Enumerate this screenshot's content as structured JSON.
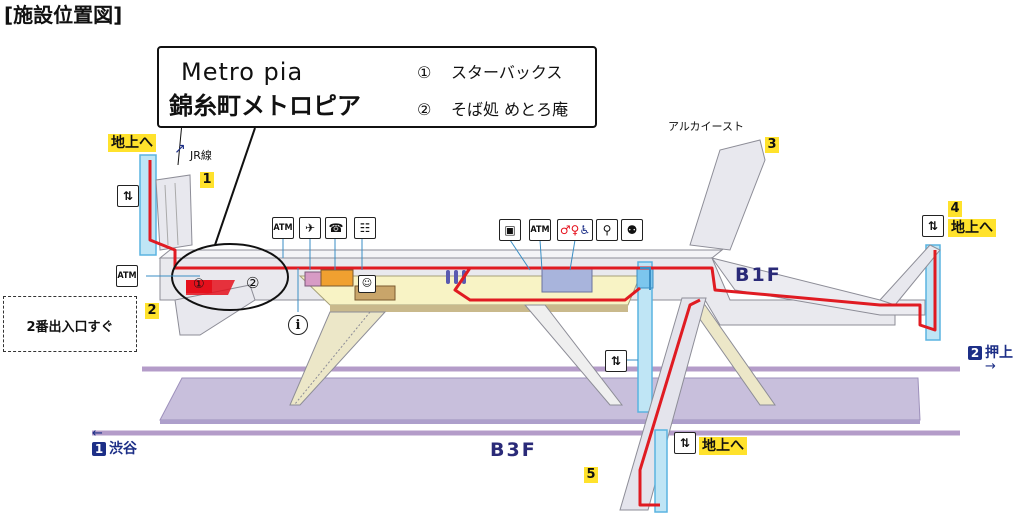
{
  "title": "[施設位置図]",
  "legend": {
    "brand_en": "Metro pia",
    "brand_jp": "錦糸町メトロピア",
    "items": [
      {
        "num": "①",
        "label": "スターバックス"
      },
      {
        "num": "②",
        "label": "そば処 めとろ庵"
      }
    ]
  },
  "exits": [
    {
      "num": "1",
      "label": "地上へ",
      "extra": "JR線"
    },
    {
      "num": "2",
      "label": "",
      "extra": ""
    },
    {
      "num": "3",
      "label": "",
      "extra": "アルカイースト"
    },
    {
      "num": "4",
      "label": "地上へ",
      "extra": ""
    },
    {
      "num": "5",
      "label": "地上へ",
      "extra": ""
    }
  ],
  "floors": {
    "upper": "B1F",
    "lower": "B3F"
  },
  "directions": {
    "right": {
      "num": "2",
      "label": "押上"
    },
    "left": {
      "num": "1",
      "label": "渋谷"
    }
  },
  "note": "2番出入口すぐ",
  "map_markers": {
    "m1": "①",
    "m2": "②"
  },
  "icons": {
    "atm": "ATM",
    "info": "i",
    "names": [
      "elevator-icon",
      "atm-icon",
      "ticket-gate-icon",
      "toilet-icon",
      "accessible-toilet-icon",
      "coin-locker-icon",
      "info-icon"
    ]
  },
  "colors": {
    "route": "#e01b22",
    "floor_b1": "#f6f1c3",
    "concourse": "#e6e6f2",
    "platform": "#c9bedc",
    "track": "#a88bc0",
    "elevator": "#5ab3e0",
    "brand_blue": "#1d2f87",
    "highlight_red": "#e5101c",
    "orange": "#f0a030"
  }
}
